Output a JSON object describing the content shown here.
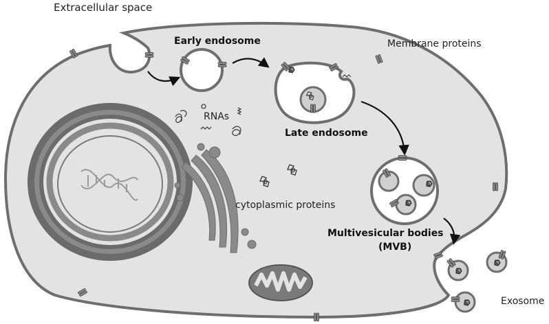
{
  "labels": {
    "extracellular_space": "Extracellular space",
    "early_endosome": "Early endosome",
    "membrane_proteins": "Membrane proteins",
    "rnas": "RNAs",
    "late_endosome": "Late endosome",
    "cytoplasmic_proteins": "cytoplasmic proteins",
    "mvb_line1": "Multivesicular bodies",
    "mvb_line2": "(MVB)",
    "exosome": "Exosome"
  },
  "colors": {
    "cytoplasm": "#e3e3e3",
    "membrane": "#6e6e6e",
    "organelle": "#8a8a8a",
    "arrow": "#111111",
    "vesicle_fill": "#d0d0d0",
    "background": "#ffffff"
  }
}
